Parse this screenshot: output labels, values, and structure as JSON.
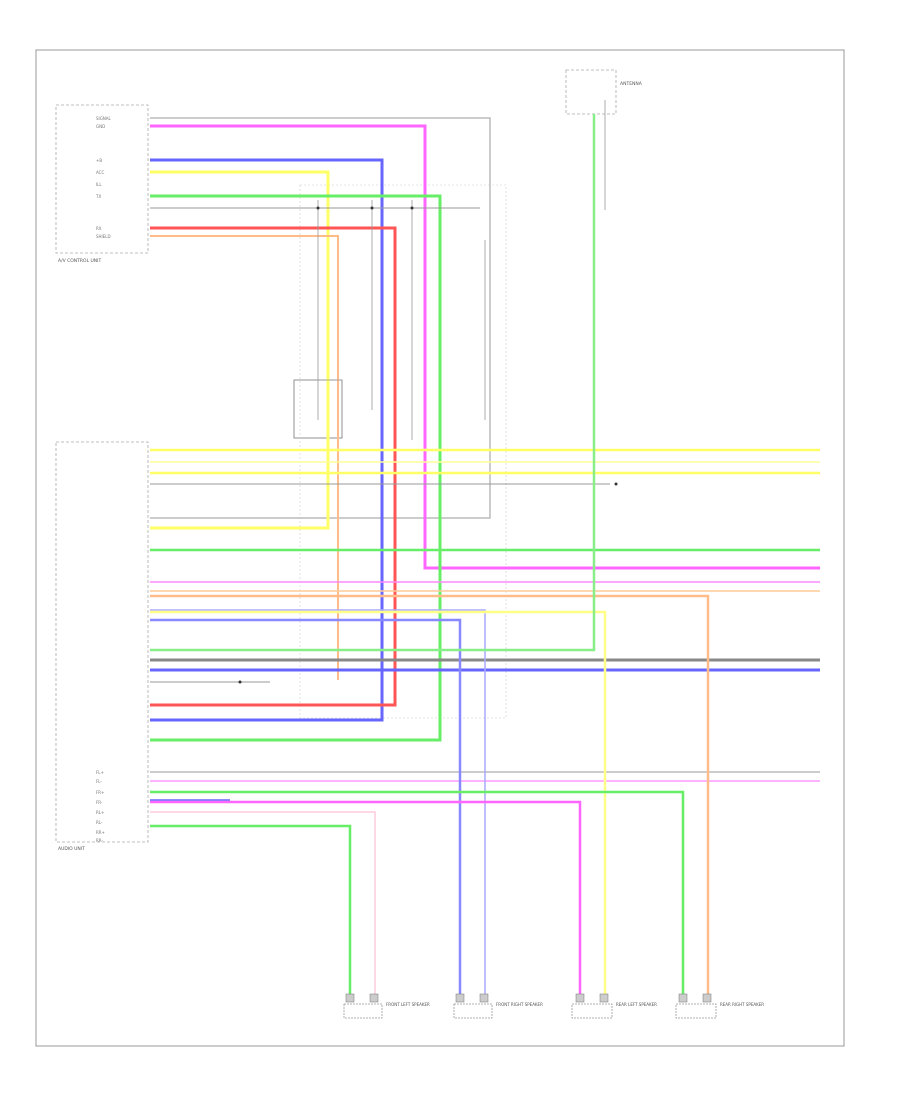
{
  "page_label": "",
  "colors": {
    "pink": "#ff66ff",
    "blue": "#6666ff",
    "yellow": "#ffff66",
    "green": "#66ee66",
    "red": "#ff5555",
    "orange": "#ffbb88",
    "gray": "#888888",
    "light_gray": "#cccccc",
    "border": "#999999"
  },
  "units": {
    "av_control_unit": "A/V CONTROL UNIT",
    "audio_unit": "AUDIO UNIT",
    "antenna": "ANTENNA",
    "front_left_speaker": "FRONT LEFT SPEAKER",
    "front_right_speaker": "FRONT RIGHT SPEAKER",
    "rear_left_speaker": "REAR LEFT SPEAKER",
    "rear_right_speaker": "REAR RIGHT SPEAKER"
  },
  "top_left_pins": [
    "SIGNAL",
    "GND",
    "+B",
    "ACC",
    "ILL",
    "TX",
    "RX",
    "SHIELD"
  ],
  "audio_pins": [
    "FL+",
    "FL-",
    "FR+",
    "FR-",
    "RL+",
    "RL-",
    "RR+",
    "RR-"
  ]
}
